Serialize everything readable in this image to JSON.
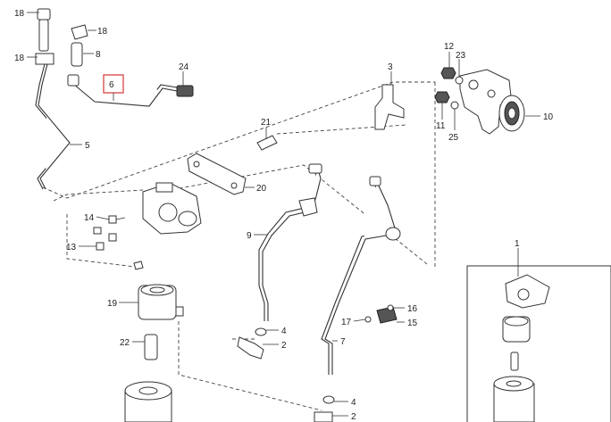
{
  "callouts": [
    {
      "id": "c18a",
      "label": "18"
    },
    {
      "id": "c18b",
      "label": "18"
    },
    {
      "id": "c18c",
      "label": "18"
    },
    {
      "id": "c8",
      "label": "8"
    },
    {
      "id": "c6",
      "label": "6",
      "highlighted": true
    },
    {
      "id": "c24",
      "label": "24"
    },
    {
      "id": "c5",
      "label": "5"
    },
    {
      "id": "c3",
      "label": "3"
    },
    {
      "id": "c12",
      "label": "12"
    },
    {
      "id": "c23",
      "label": "23"
    },
    {
      "id": "c10",
      "label": "10"
    },
    {
      "id": "c11",
      "label": "11"
    },
    {
      "id": "c25",
      "label": "25"
    },
    {
      "id": "c21",
      "label": "21"
    },
    {
      "id": "c20",
      "label": "20"
    },
    {
      "id": "c14",
      "label": "14"
    },
    {
      "id": "c13",
      "label": "13"
    },
    {
      "id": "c9",
      "label": "9"
    },
    {
      "id": "c1",
      "label": "1"
    },
    {
      "id": "c19",
      "label": "19"
    },
    {
      "id": "c16",
      "label": "16"
    },
    {
      "id": "c15",
      "label": "15"
    },
    {
      "id": "c17",
      "label": "17"
    },
    {
      "id": "c4a",
      "label": "4"
    },
    {
      "id": "c2a",
      "label": "2"
    },
    {
      "id": "c7",
      "label": "7"
    },
    {
      "id": "c22",
      "label": "22"
    },
    {
      "id": "c4b",
      "label": "4"
    },
    {
      "id": "c2b",
      "label": "2"
    }
  ],
  "colors": {
    "highlight": "#d9534f",
    "line": "#333333",
    "background": "#ffffff"
  }
}
